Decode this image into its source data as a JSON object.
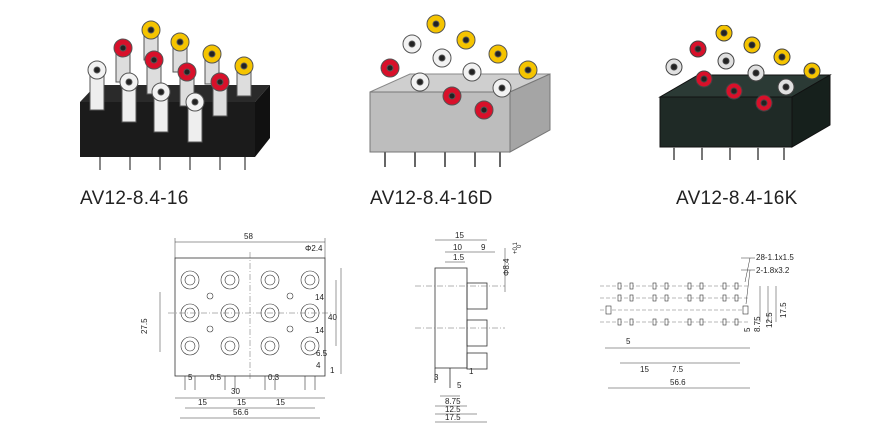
{
  "products": [
    {
      "model": "AV12-8.4-16"
    },
    {
      "model": "AV12-8.4-16D"
    },
    {
      "model": "AV12-8.4-16K"
    }
  ],
  "front_view": {
    "dims": {
      "overall_width": "58",
      "hole": "Φ2.4",
      "height_total": "27.5",
      "pitch_a": "14",
      "pitch_b": "14",
      "height_40": "40",
      "d65": "6.5",
      "d4": "4",
      "d1": "1",
      "d5": "5",
      "d05": "0.5",
      "d03": "0.3",
      "d30": "30",
      "p15a": "15",
      "p15b": "15",
      "p15c": "15",
      "w566": "56.6"
    }
  },
  "side_view": {
    "dims": {
      "d15": "15",
      "d10": "10",
      "d9": "9",
      "d15s": "1.5",
      "dia": "Φ8.4",
      "tol": "+0.1",
      "tol2": "0",
      "d3": "3",
      "d5": "5",
      "d1": "1",
      "d875": "8.75",
      "d125": "12.5",
      "d175": "17.5"
    }
  },
  "footprint": {
    "dims": {
      "pads1": "28-1.1x1.5",
      "pads2": "2-1.8x3.2",
      "r5": "5",
      "r875": "8.75",
      "r125": "12.5",
      "r175": "17.5",
      "s5": "5",
      "s15": "15",
      "s75": "7.5",
      "w566": "56.6"
    }
  },
  "colors": {
    "jack_yellow": "#f5c400",
    "jack_red": "#d8102a",
    "jack_white": "#f2f2f2",
    "body_black": "#1b1b1b",
    "shield_silver": "#c8c8c8",
    "body_darkgreen": "#1f2a26"
  }
}
